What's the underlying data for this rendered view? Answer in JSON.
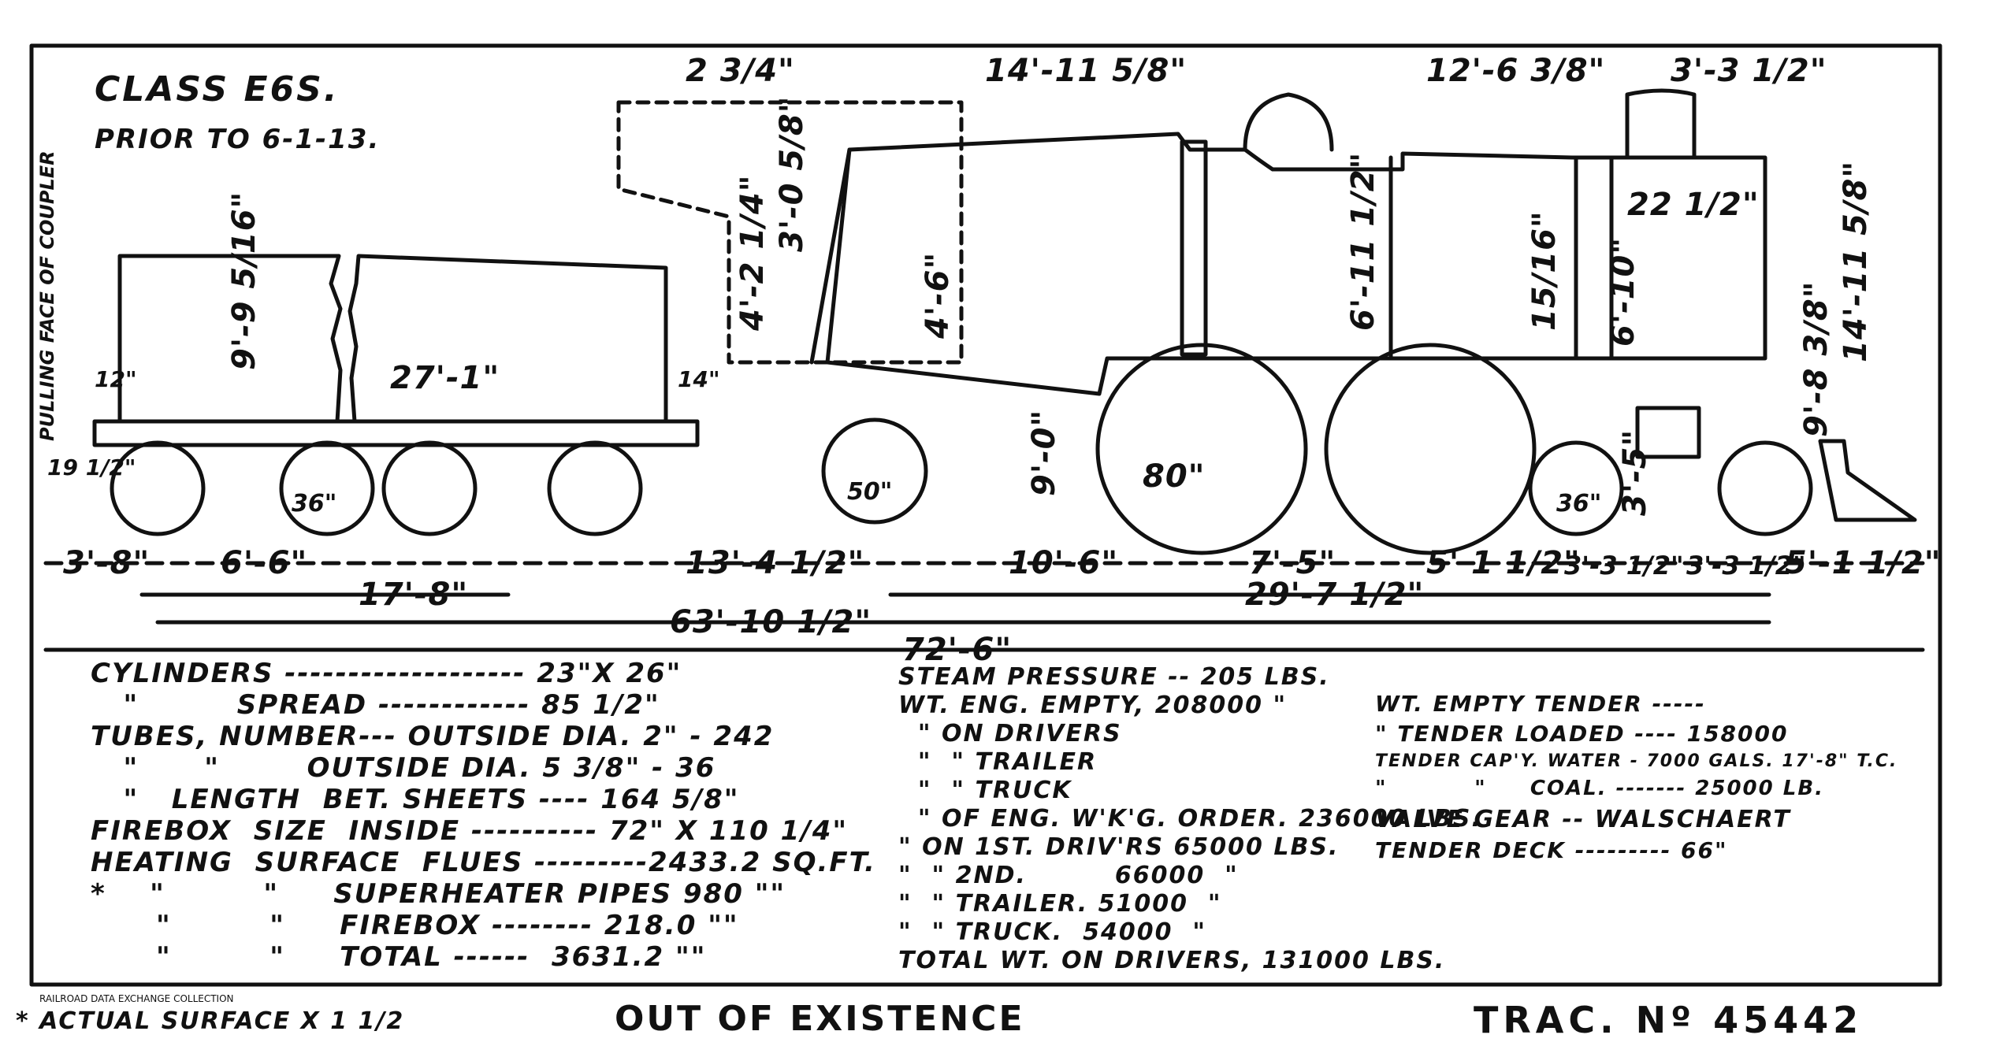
{
  "header": {
    "class": "CLASS E6S.",
    "prior": "PRIOR TO 6-1-13.",
    "side_label": "PULLING FACE OF COUPLER"
  },
  "dimensions": {
    "d_2_3_4": "2 3/4\"",
    "d_14_11_5_8": "14'-11 5/8\"",
    "d_12_6_3_8": "12'-6 3/8\"",
    "d_3_3_half_top": "3'-3 1/2\"",
    "d_3_0_5_8": "3'-0 5/8\"",
    "d_4_2_1_4": "4'-2 1/4\"",
    "d_4_6": "4'-6\"",
    "d_6_11_half": "6'-11 1/2\"",
    "d_22_half": "22 1/2\"",
    "d_15_16": "15/16\"",
    "d_6_10": "6'-10\"",
    "d_14_11_5_8_v": "14'-11 5/8\"",
    "d_9_8_3_8": "9'-8 3/8\"",
    "d_9_9_5_16": "9'-9 5/16\"",
    "d_27_1": "27'-1\"",
    "d_12": "12\"",
    "d_14": "14\"",
    "d_19_half": "19 1/2\"",
    "d_36_tender": "36\"",
    "d_50": "50\"",
    "d_9_0": "9'-0\"",
    "d_80": "80\"",
    "d_36_truck": "36\"",
    "d_3_5": "3'-5\"",
    "b_3_8": "3'-8\"",
    "b_6_6": "6'-6\"",
    "b_13_4_half": "13'-4 1/2\"",
    "b_10_6": "10'-6\"",
    "b_7_5": "7'-5\"",
    "b_5_1_half": "5' 1 1/2\"",
    "b_3_3_half_a": "3'-3 1/2\"",
    "b_3_3_half_b": "3'-3 1/2\"",
    "b_5_1_half_b": "5'-1 1/2\"",
    "b_17_8": "17'-8\"",
    "b_29_7_half": "29'-7 1/2\"",
    "b_63_10_half": "63'-10 1/2\"",
    "b_72_6": "72'-6\""
  },
  "specs_left": [
    "CYLINDERS ------------------- 23\"X 26\"",
    "   \"         SPREAD ------------ 85 1/2\"",
    "TUBES, NUMBER--- OUTSIDE DIA. 2\" - 242",
    "   \"      \"        OUTSIDE DIA. 5 3/8\" - 36",
    "   \"   LENGTH  BET. SHEETS ---- 164 5/8\"",
    "FIREBOX  SIZE  INSIDE ---------- 72\" X 110 1/4\"",
    "HEATING  SURFACE  FLUES ---------2433.2 SQ.FT.",
    "*    \"         \"     SUPERHEATER PIPES 980 \"\"",
    "      \"         \"     FIREBOX -------- 218.0 \"\"",
    "      \"         \"     TOTAL ------  3631.2 \"\""
  ],
  "specs_mid": [
    "STEAM PRESSURE -- 205 LBS.",
    "WT. ENG. EMPTY, 208000 \"",
    "  \" ON DRIVERS",
    "  \"  \" TRAILER",
    "  \"  \" TRUCK",
    "  \" OF ENG. W'K'G. ORDER. 236000 LBS.",
    "\" ON 1ST. DRIV'RS 65000 LBS.",
    "\"  \" 2ND.         66000  \"",
    "\"  \" TRAILER. 51000  \"",
    "\"  \" TRUCK.  54000  \"",
    "TOTAL WT. ON DRIVERS, 131000 LBS."
  ],
  "specs_right": [
    "WT. EMPTY TENDER -----",
    "\" TENDER LOADED ---- 158000",
    "TENDER CAP'Y. WATER - 7000 GALS. 17'-8\" T.C.",
    "\"          \"     COAL. ------- 25000 LB.",
    "VALVE GEAR -- WALSCHAERT",
    "TENDER DECK --------- 66\""
  ],
  "footer": {
    "collection": "RAILROAD DATA EXCHANGE COLLECTION",
    "note": "* ACTUAL SURFACE X 1 1/2",
    "status": "OUT OF EXISTENCE",
    "trac": "TRAC. Nº 45442"
  }
}
